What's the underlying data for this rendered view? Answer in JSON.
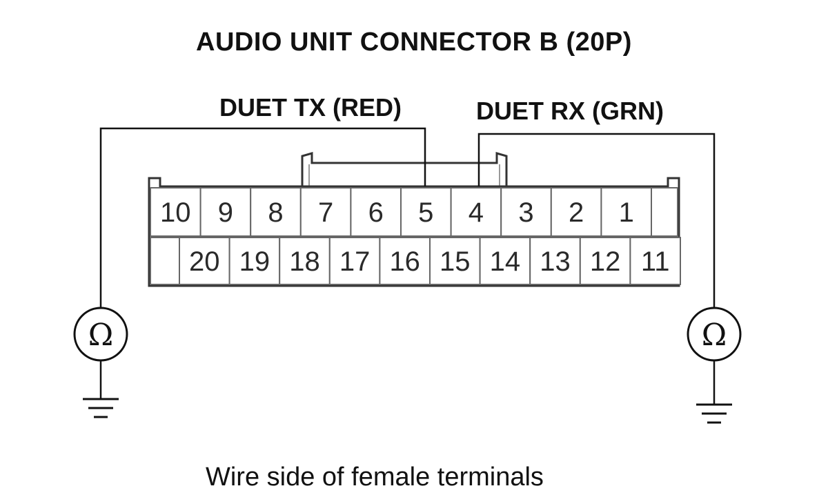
{
  "title": "AUDIO UNIT CONNECTOR B (20P)",
  "wire_labels": {
    "tx": "DUET TX (RED)",
    "rx": "DUET RX (GRN)"
  },
  "connector": {
    "top_row_pins": [
      "10",
      "9",
      "8",
      "7",
      "6",
      "5",
      "4",
      "3",
      "2",
      "1"
    ],
    "bottom_row_pins": [
      "20",
      "19",
      "18",
      "17",
      "16",
      "15",
      "14",
      "13",
      "12",
      "11"
    ]
  },
  "meters": {
    "left_symbol": "Ω",
    "right_symbol": "Ω"
  },
  "caption": "Wire side of female terminals"
}
